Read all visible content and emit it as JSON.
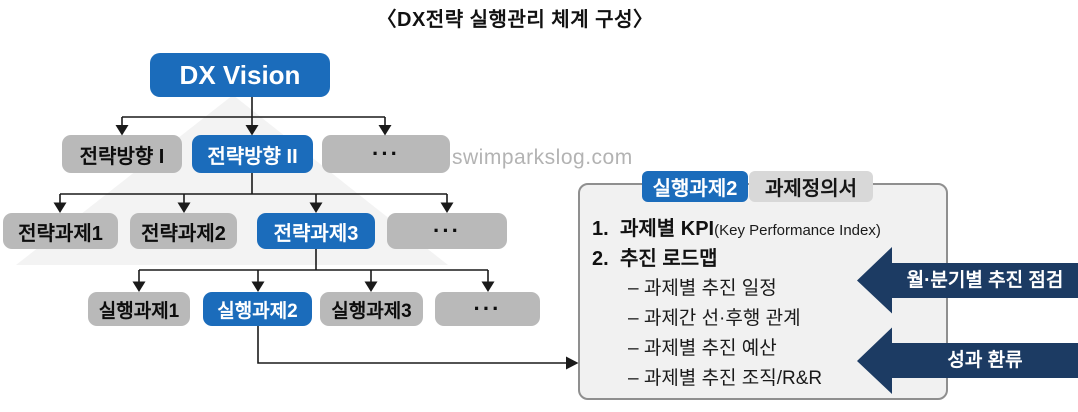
{
  "title": "〈DX전략 실행관리 체계 구성〉",
  "watermark": "swimparkslog.com",
  "colors": {
    "accent_blue": "#1b6cbb",
    "navy": "#1c3b63",
    "node_gray": "#b9b9b9",
    "badge_gray": "#d8d8d8",
    "panel_bg": "#f1f1f1",
    "panel_border": "#8f8f8f",
    "watermark_gray": "#b3b3b3",
    "connector_black": "#1a1a1a",
    "pyramid_gray": "#f3f3f3"
  },
  "tree": {
    "root": {
      "label": "DX Vision"
    },
    "directions": [
      {
        "label": "전략방향 I",
        "highlight": false
      },
      {
        "label": "전략방향 II",
        "highlight": true
      },
      {
        "label": "···",
        "highlight": false
      }
    ],
    "strategies": [
      {
        "label": "전략과제1",
        "highlight": false
      },
      {
        "label": "전략과제2",
        "highlight": false
      },
      {
        "label": "전략과제3",
        "highlight": true
      },
      {
        "label": "···",
        "highlight": false
      }
    ],
    "executions": [
      {
        "label": "실행과제1",
        "highlight": false
      },
      {
        "label": "실행과제2",
        "highlight": true
      },
      {
        "label": "실행과제3",
        "highlight": false
      },
      {
        "label": "···",
        "highlight": false
      }
    ]
  },
  "panel": {
    "badge_primary": "실행과제2",
    "badge_secondary": "과제정의서",
    "item1_num": "1.",
    "item1_title": "과제별 KPI",
    "item1_suffix": "(Key Performance Index)",
    "item2_num": "2.",
    "item2_title": "추진 로드맵",
    "subitems": [
      {
        "label": "– 과제별 추진 일정"
      },
      {
        "label": "– 과제간 선·후행 관계"
      },
      {
        "label": "– 과제별 추진 예산"
      },
      {
        "label": "– 과제별 추진 조직/R&R"
      }
    ]
  },
  "arrows": {
    "check": "월·분기별 추진 점검",
    "feedback": "성과 환류"
  }
}
